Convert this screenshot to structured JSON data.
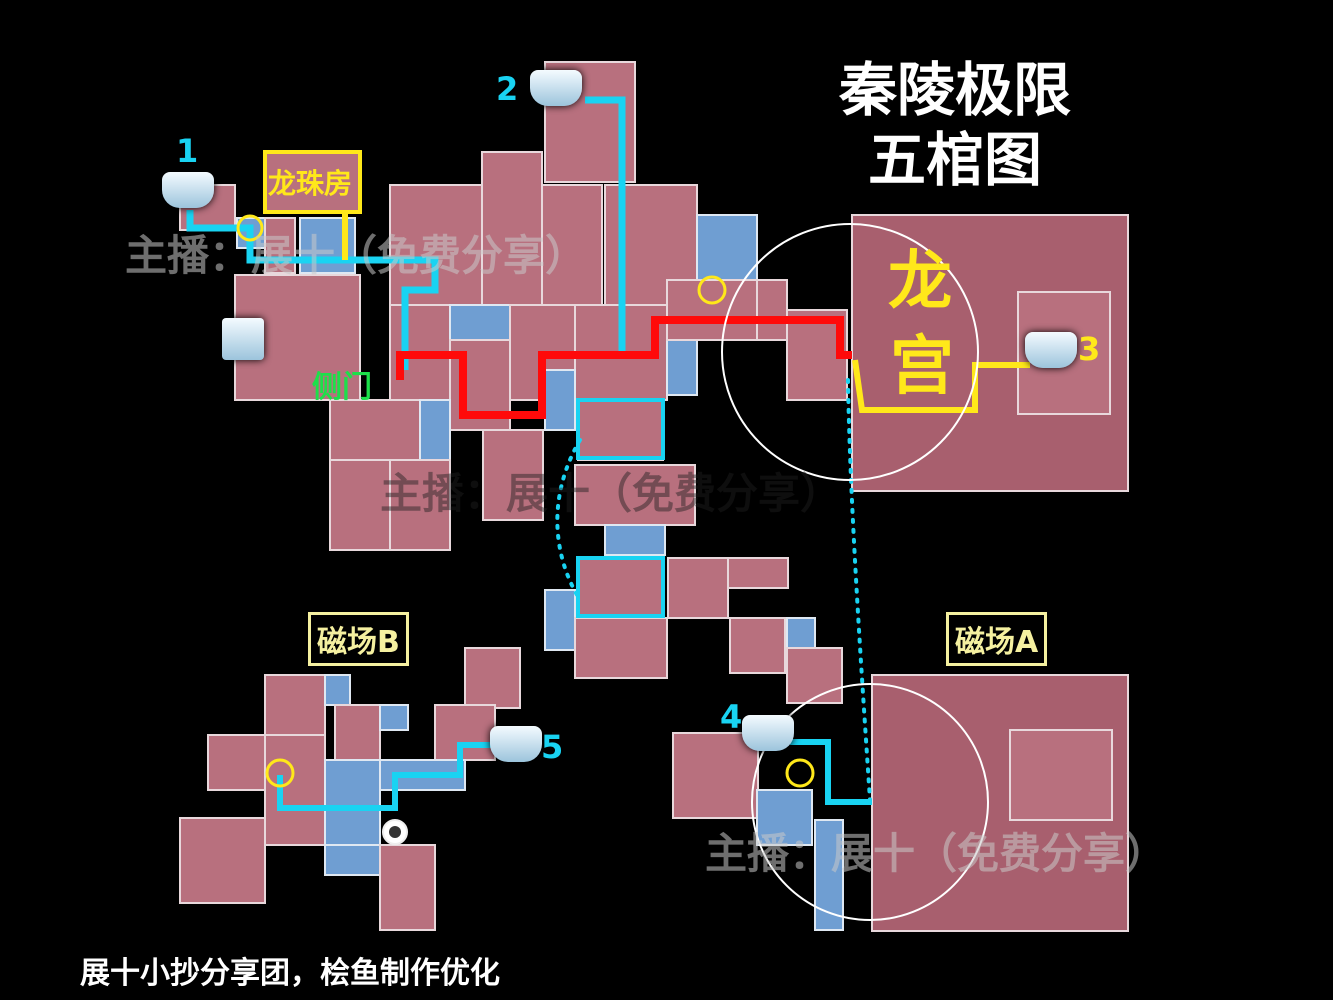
{
  "title": {
    "line1": "秦陵极限",
    "line2": "五棺图"
  },
  "labels": {
    "dragon_pearl_room": "龙珠房",
    "dragon_palace_line1": "龙",
    "dragon_palace_line2": "宫",
    "side_door": "侧门",
    "magnetic_field_b": "磁场B",
    "magnetic_field_a": "磁场A"
  },
  "coffins": [
    {
      "number": "1"
    },
    {
      "number": "2"
    },
    {
      "number": "3"
    },
    {
      "number": "4"
    },
    {
      "number": "5"
    }
  ],
  "watermarks": [
    "主播：展十（免费分享）",
    "主播：展十（免费分享）",
    "主播：展十（免费分享）"
  ],
  "footer": "展十小抄分享团，桧鱼制作优化",
  "colors": {
    "route_cyan": "#19d3f2",
    "route_red": "#ff0a0a",
    "route_yellow": "#ffe81a",
    "side_door_green": "#1de04a",
    "room_pink": "#b8707e",
    "room_blue": "#6f9ed2"
  }
}
